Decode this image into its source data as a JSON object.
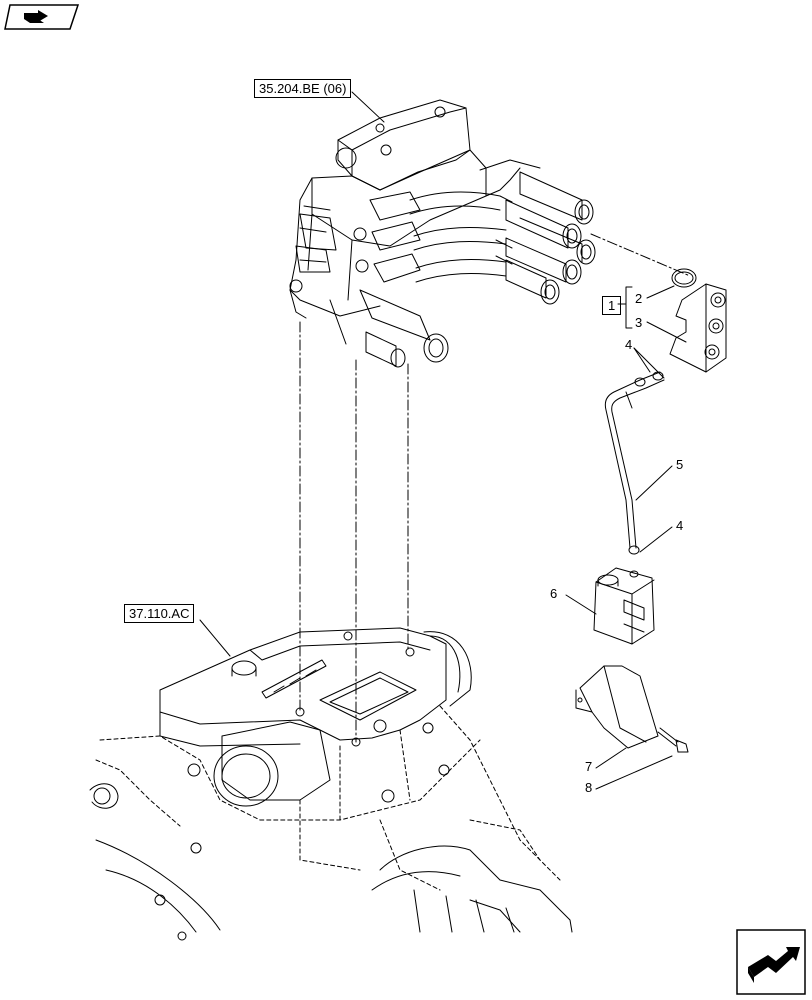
{
  "references": {
    "top": "35.204.BE (06)",
    "bottom": "37.110.AC"
  },
  "kit_label": "1",
  "callouts": {
    "c2": "2",
    "c3": "3",
    "c4a": "4",
    "c4b": "4",
    "c5": "5",
    "c6": "6",
    "c7": "7",
    "c8": "8"
  },
  "icons": {
    "top_left": "previous-page-icon",
    "bottom_right": "next-page-icon"
  },
  "colors": {
    "ink": "#000000",
    "paper": "#ffffff"
  }
}
